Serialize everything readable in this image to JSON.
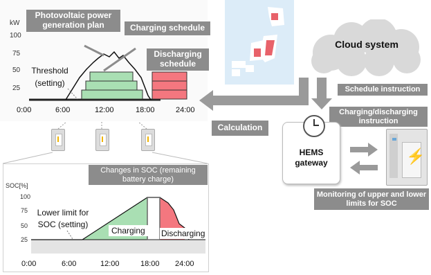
{
  "top_chart": {
    "unit": "kW",
    "y_ticks": [
      "100",
      "75",
      "50",
      "25"
    ],
    "x_ticks": [
      "0:00",
      "6:00",
      "12:00",
      "18:00",
      "24:00"
    ],
    "threshold_label": "Threshold (setting)",
    "pv_plan_label": "Photovoltaic power generation plan",
    "charging_schedule_label": "Charging schedule",
    "discharging_schedule_label": "Discharging schedule"
  },
  "bottom_chart": {
    "title": "Changes in SOC (remaining battery charge)",
    "unit": "SOC[%]",
    "y_ticks": [
      "100",
      "75",
      "50",
      "25"
    ],
    "x_ticks": [
      "0:00",
      "6:00",
      "12:00",
      "18:00",
      "24:00"
    ],
    "lower_limit_label": "Lower limit for SOC (setting)",
    "charging_label": "Charging",
    "discharging_label": "Discharging"
  },
  "system": {
    "cloud_label": "Cloud system",
    "calculation_label": "Calculation",
    "schedule_instruction_label": "Schedule instruction",
    "charge_discharge_instruction_label": "Charging/discharging instruction",
    "hems_label": "HEMS gateway",
    "monitoring_label": "Monitoring of upper and lower limits for SOC"
  },
  "colors": {
    "charging_green": "#a9dfb3",
    "discharging_red": "#f4777f",
    "label_gray": "#8c8c8c",
    "map_blue": "#dcecf8"
  }
}
